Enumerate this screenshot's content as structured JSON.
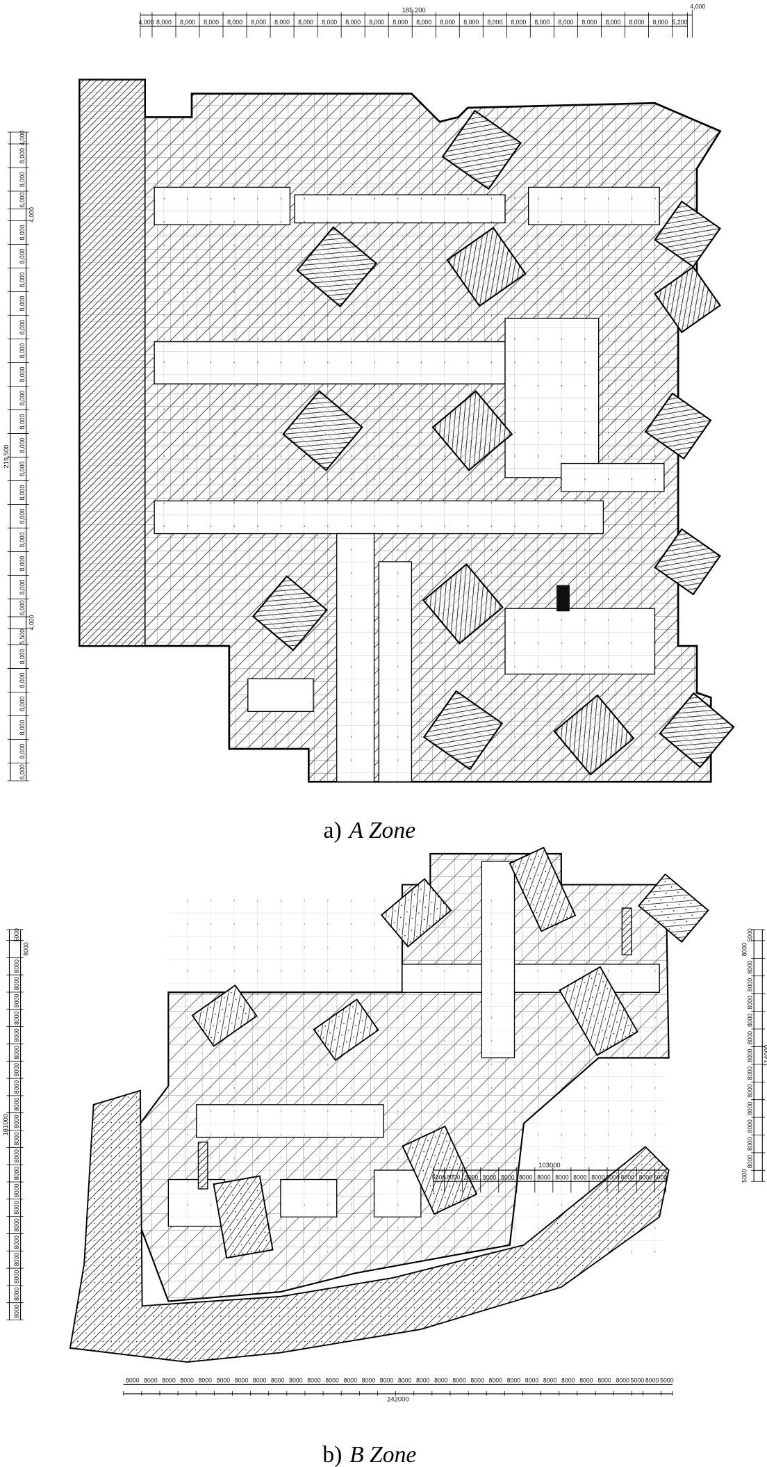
{
  "zone_a": {
    "caption_prefix": "a)",
    "caption_name": "A  Zone",
    "top_dimension": {
      "total": "185,200",
      "extension": "4,000",
      "segments": [
        "4,000",
        "8,000",
        "8,000",
        "8,000",
        "8,000",
        "8,000",
        "8,000",
        "8,000",
        "8,000",
        "8,000",
        "8,000",
        "8,000",
        "8,000",
        "8,000",
        "8,000",
        "8,000",
        "8,000",
        "8,000",
        "8,000",
        "8,000",
        "8,000",
        "8,000",
        "8,000",
        "5,200"
      ]
    },
    "left_dimension": {
      "total": "219,500",
      "segments": [
        "4,000",
        "8,000",
        "8,000",
        "6,000",
        "4,000",
        "8,000",
        "8,000",
        "8,000",
        "8,000",
        "8,000",
        "8,000",
        "8,000",
        "8,000",
        "8,000",
        "8,000",
        "8,000",
        "8,000",
        "8,000",
        "8,000",
        "8,000",
        "8,000",
        "6,000",
        "4,000",
        "5,500",
        "8,000",
        "8,000",
        "8,000",
        "8,000",
        "8,000",
        "6,000"
      ]
    }
  },
  "zone_b": {
    "caption_prefix": "b)",
    "caption_name": "B  Zone",
    "top_dimension": {
      "total": "103000",
      "segments": [
        "5000",
        "8000",
        "8000",
        "8000",
        "8000",
        "8000",
        "8000",
        "8000",
        "8000",
        "8000",
        "5000",
        "8000",
        "8000",
        "5000"
      ]
    },
    "left_dimension": {
      "total": "181000",
      "segments": [
        "5000",
        "8000",
        "8000",
        "8000",
        "8000",
        "8000",
        "8000",
        "8000",
        "8000",
        "8000",
        "8000",
        "8000",
        "8000",
        "8000",
        "8000",
        "8000",
        "8000",
        "8000",
        "8000",
        "8000",
        "8000",
        "8000",
        "8000"
      ]
    },
    "right_dimension": {
      "total": "114000",
      "segments": [
        "5000",
        "8000",
        "8000",
        "8000",
        "8000",
        "8000",
        "8000",
        "8000",
        "8000",
        "8000",
        "8000",
        "8000",
        "8000",
        "8000",
        "5000"
      ]
    },
    "bottom_dimension": {
      "total": "242000",
      "segments": [
        "8000",
        "8000",
        "8000",
        "8000",
        "8000",
        "8000",
        "8000",
        "8000",
        "8000",
        "8000",
        "8000",
        "8000",
        "8000",
        "8000",
        "8000",
        "8000",
        "8000",
        "8000",
        "8000",
        "8000",
        "8000",
        "8000",
        "8000",
        "8000",
        "8000",
        "8000",
        "8000",
        "8000",
        "5000",
        "8000",
        "5000"
      ]
    }
  }
}
